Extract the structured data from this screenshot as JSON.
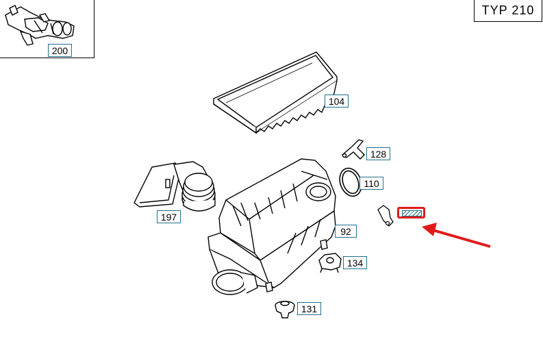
{
  "header": {
    "type_label": "TYP 210"
  },
  "parts": [
    {
      "id": "inset-200",
      "label": "200"
    },
    {
      "id": "air-filter-element",
      "label": "104"
    },
    {
      "id": "bracket",
      "label": "128"
    },
    {
      "id": "sealing-ring",
      "label": "110"
    },
    {
      "id": "intake-duct",
      "label": "197"
    },
    {
      "id": "air-filter-housing",
      "label": "92"
    },
    {
      "id": "mount",
      "label": "134"
    },
    {
      "id": "rubber-buffer",
      "label": "131"
    }
  ],
  "colors": {
    "callout_border": "#1f6f8b",
    "highlight": "#e01b1b",
    "line": "#000000"
  }
}
